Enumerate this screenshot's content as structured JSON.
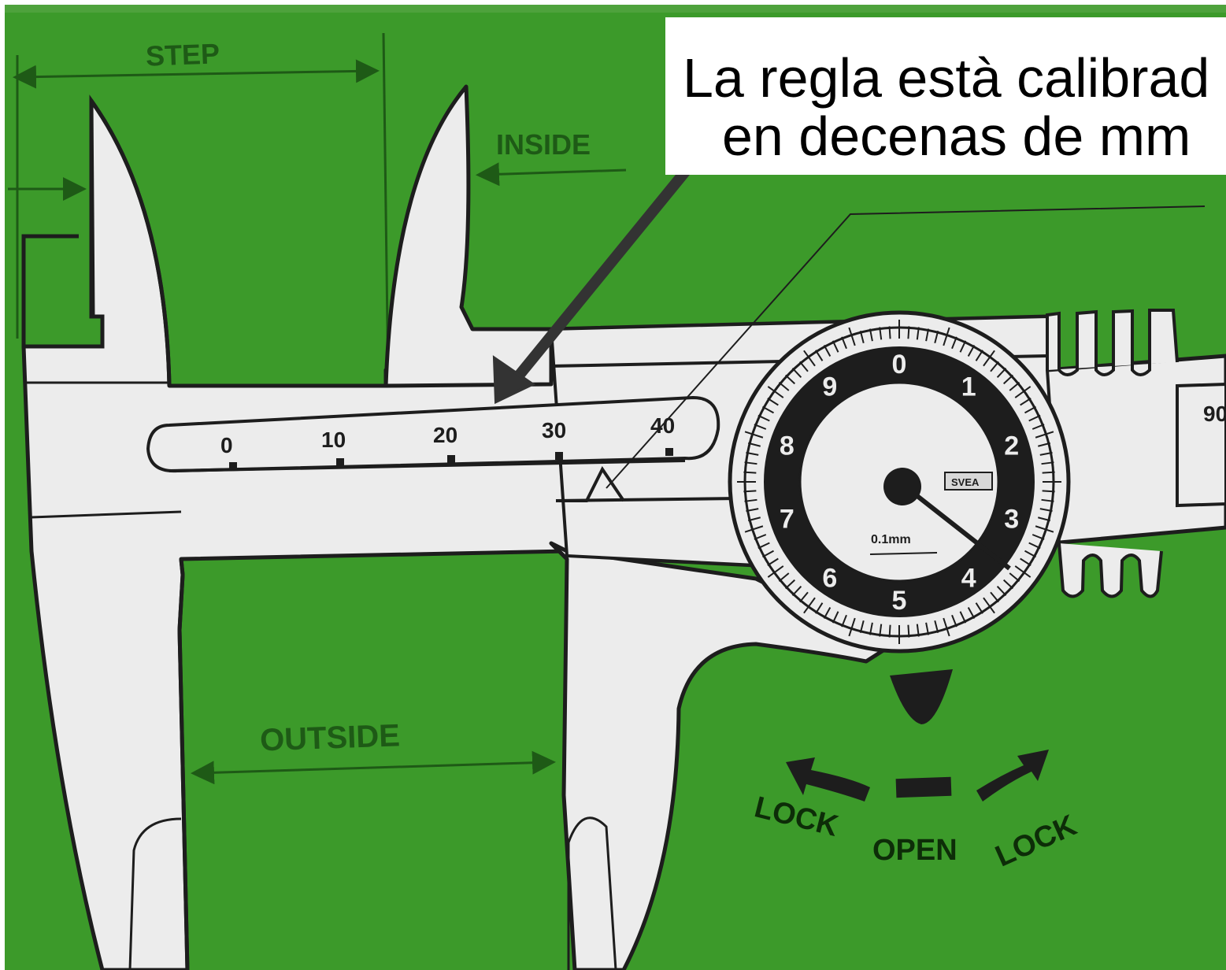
{
  "labels": {
    "step": "STEP",
    "inside": "INSIDE",
    "outside": "OUTSIDE",
    "lock_left": "LOCK",
    "open": "OPEN",
    "lock_right": "LOCK"
  },
  "scale": {
    "ticks": [
      "0",
      "10",
      "20",
      "30",
      "40"
    ],
    "partial_tick": "90"
  },
  "dial": {
    "numbers": [
      "0",
      "1",
      "2",
      "3",
      "4",
      "5",
      "6",
      "7",
      "8",
      "9"
    ],
    "brand": "SVEA",
    "resolution": "0.1mm"
  },
  "callout": {
    "line1": "La regla està calibrad",
    "line2": "en decenas de mm"
  },
  "colors": {
    "background": "#3c9a2a",
    "body": "#ececec",
    "outline": "#1d1d1d",
    "label": "#1e5a16",
    "arrow": "#333333",
    "callout_bg": "#ffffff"
  }
}
